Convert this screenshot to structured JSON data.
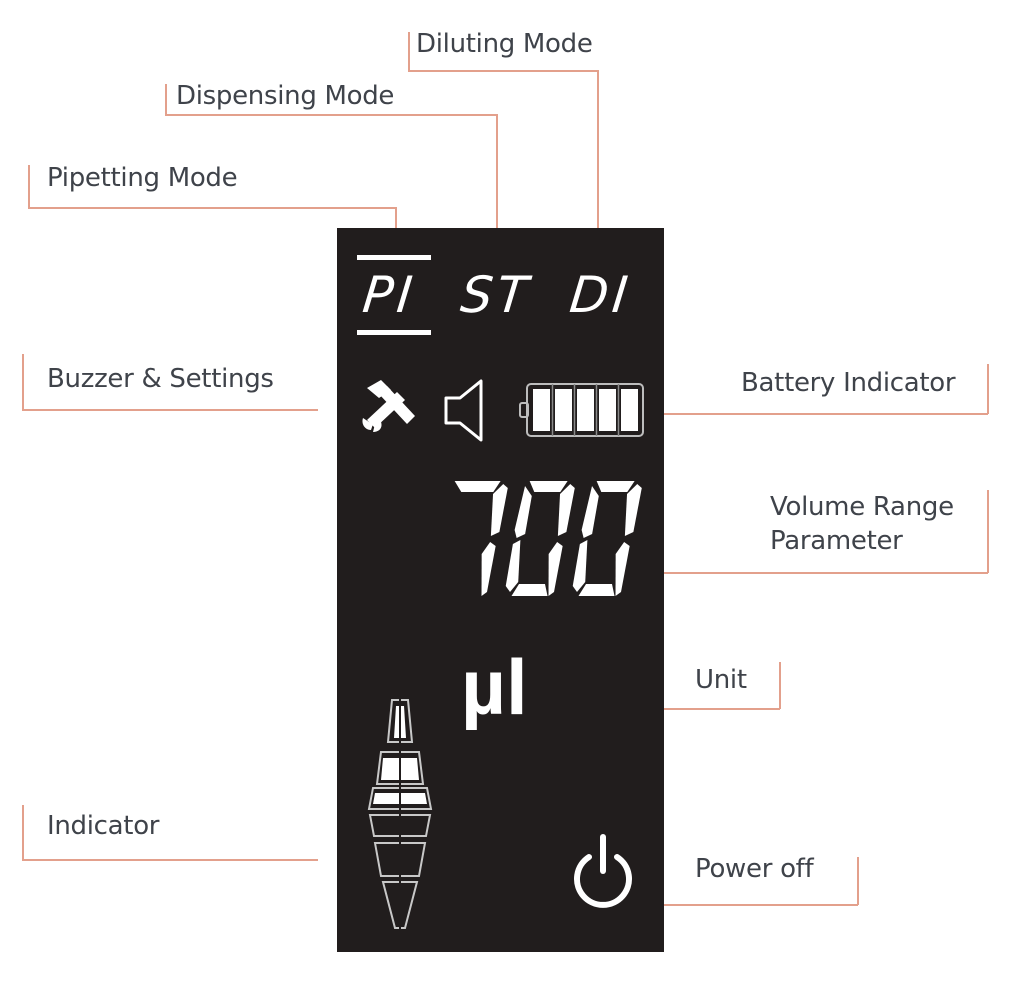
{
  "labels": {
    "diluting_mode": "Diluting Mode",
    "dispensing_mode": "Dispensing Mode",
    "pipetting_mode": "Pipetting Mode",
    "buzzer_settings": "Buzzer & Settings",
    "battery_indicator": "Battery Indicator",
    "volume_range_line1": "Volume Range",
    "volume_range_line2": "Parameter",
    "unit": "Unit",
    "indicator": "Indicator",
    "power_off": "Power off"
  },
  "display": {
    "modes": [
      {
        "code": "PI",
        "active": true
      },
      {
        "code": "ST",
        "active": false
      },
      {
        "code": "DI",
        "active": false
      }
    ],
    "icons": [
      "settings-tools-icon",
      "speaker-icon",
      "battery-icon",
      "level-indicator-icon",
      "power-icon"
    ],
    "battery_segments": 5,
    "volume_value": "700",
    "unit": "µl",
    "indicator_levels": {
      "filled": 3,
      "outlined": 3
    }
  },
  "colors": {
    "panel": "#211d1d",
    "leader_line": "#e3a08c",
    "label_text": "#3f434a",
    "segment_on": "#ffffff"
  }
}
